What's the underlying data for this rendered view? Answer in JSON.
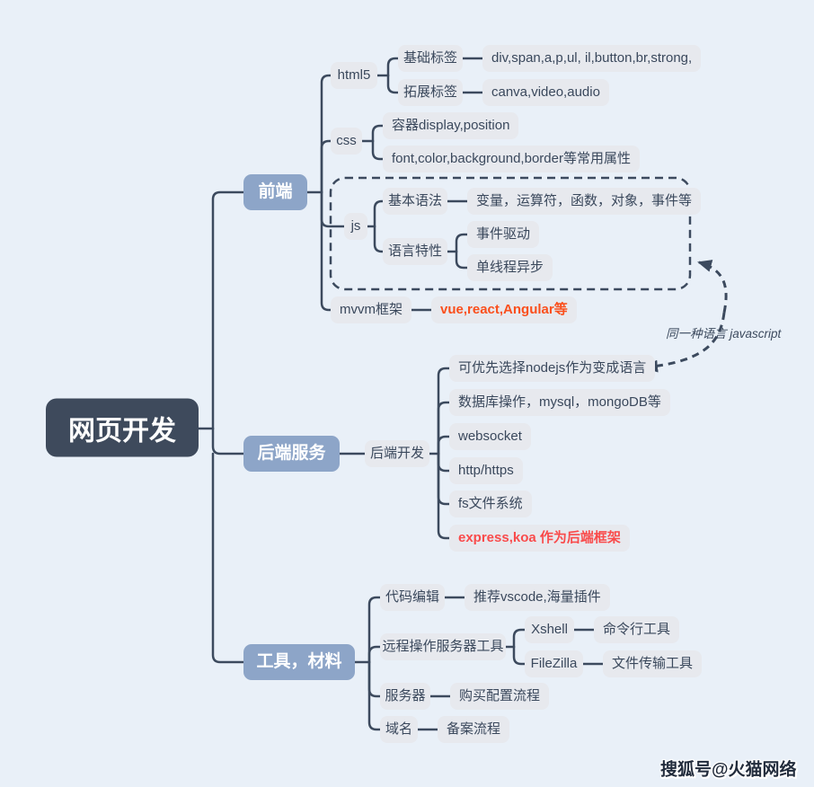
{
  "map": {
    "root": {
      "label": "网页开发"
    },
    "frontend": {
      "label": "前端",
      "html5": {
        "label": "html5",
        "basic_tags": {
          "label": "基础标签",
          "detail": "div,span,a,p,ul, il,button,br,strong,"
        },
        "ext_tags": {
          "label": "拓展标签",
          "detail": "canva,video,audio"
        }
      },
      "css": {
        "label": "css",
        "container": {
          "label": "容器display,position"
        },
        "props": {
          "label": "font,color,background,border等常用属性"
        }
      },
      "js": {
        "label": "js",
        "syntax": {
          "label": "基本语法",
          "detail": "变量，运算符，函数，对象，事件等"
        },
        "features": {
          "label": "语言特性",
          "event_driven": {
            "label": "事件驱动"
          },
          "single_thread_async": {
            "label": "单线程异步"
          }
        }
      },
      "mvvm": {
        "label": "mvvm框架",
        "detail": "vue,react,Angular等"
      }
    },
    "annotation": {
      "label": "同一种语言 javascript"
    },
    "backend": {
      "label": "后端服务",
      "dev": {
        "label": "后端开发",
        "children": [
          "可优先选择nodejs作为变成语言",
          "数据库操作，mysql，mongoDB等",
          "websocket",
          "http/https",
          "fs文件系统",
          "express,koa 作为后端框架"
        ]
      }
    },
    "tools": {
      "label": "工具，材料",
      "code_editor": {
        "label": "代码编辑",
        "detail": "推荐vscode,海量插件"
      },
      "remote": {
        "label": "远程操作服务器工具",
        "xshell": {
          "label": "Xshell",
          "detail": "命令行工具"
        },
        "filezilla": {
          "label": "FileZilla",
          "detail": "文件传输工具"
        }
      },
      "server": {
        "label": "服务器",
        "detail": "购买配置流程"
      },
      "domain": {
        "label": "域名",
        "detail": "备案流程"
      }
    }
  },
  "watermark": "搜狐号@火猫网络",
  "colors": {
    "background": "#e9f0f8",
    "root_bg": "#3e4a5c",
    "branch_bg": "#8da5c8",
    "node_bg": "#e7e9ee",
    "text": "#3a485c",
    "line": "#3c4a5e",
    "highlight_orange": "#fa4f1c",
    "highlight_red": "#f94b4b"
  }
}
